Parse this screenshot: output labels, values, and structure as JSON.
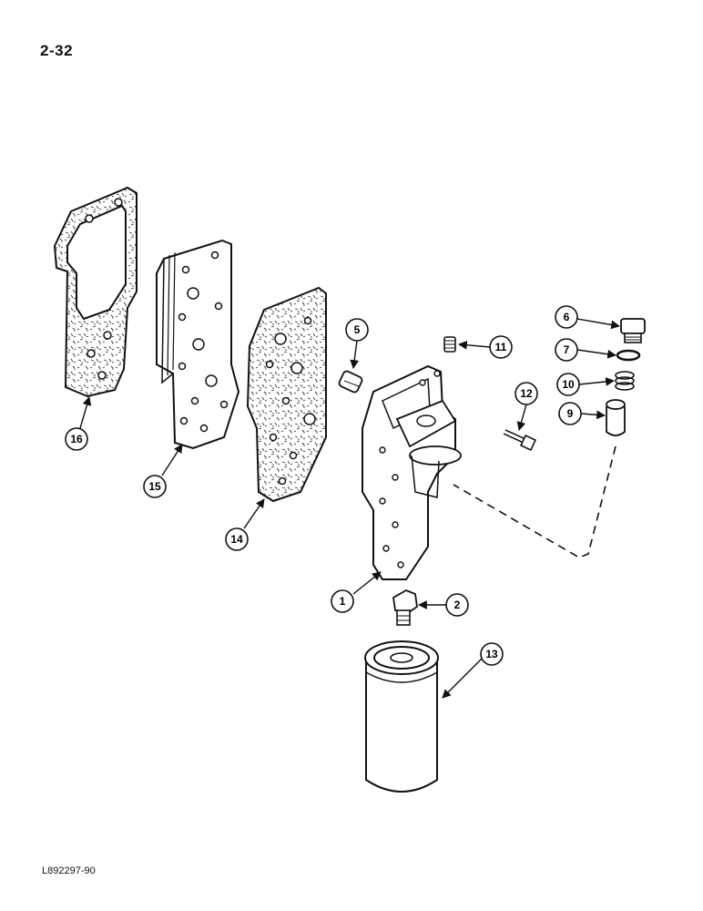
{
  "page_number": "2-32",
  "figure_code": "L892297-90",
  "callouts": [
    "1",
    "2",
    "5",
    "6",
    "7",
    "9",
    "10",
    "11",
    "12",
    "13",
    "14",
    "15",
    "16"
  ]
}
